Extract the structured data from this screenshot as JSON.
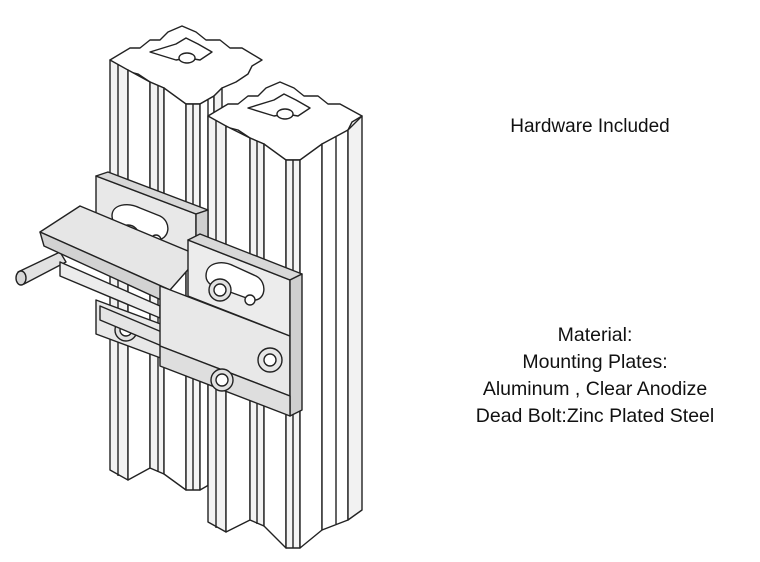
{
  "hardware_note": "Hardware Included",
  "material": {
    "heading": "Material:",
    "line1": "Mounting Plates:",
    "line2": "Aluminum ,  Clear Anodize",
    "line3": "Dead Bolt:Zinc Plated Steel"
  },
  "colors": {
    "line": "#222222",
    "plate_fill": "#e6e6e6",
    "shadow": "#c8c8c8",
    "background": "#ffffff"
  }
}
